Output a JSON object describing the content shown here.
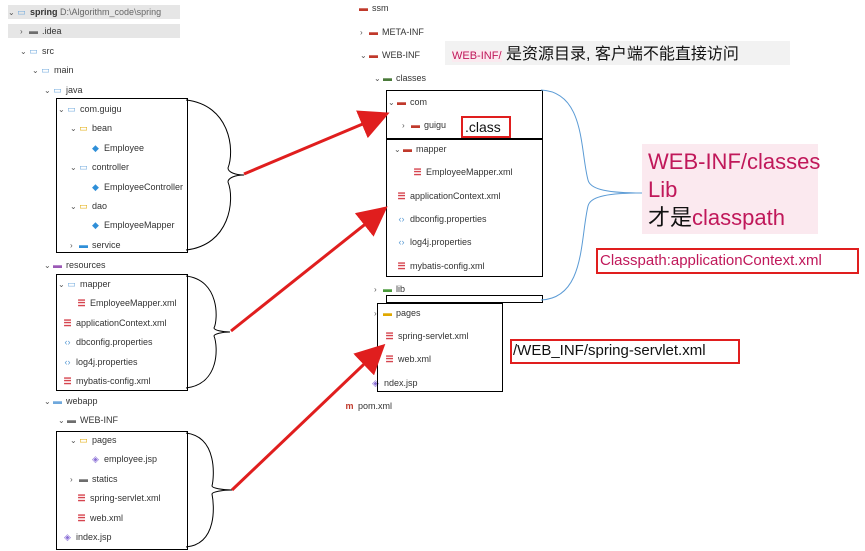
{
  "left_tree": {
    "project_name": "spring",
    "project_path": "D:\\Algorithm_code\\spring",
    "idea": ".idea",
    "src": "src",
    "main": "main",
    "java": "java",
    "com_guigu": "com.guigu",
    "bean": "bean",
    "employee": "Employee",
    "controller": "controller",
    "employee_controller": "EmployeeController",
    "dao": "dao",
    "employee_mapper": "EmployeeMapper",
    "service": "service",
    "resources": "resources",
    "mapper": "mapper",
    "employee_mapper_xml": "EmployeeMapper.xml",
    "application_context": "applicationContext.xml",
    "dbconfig": "dbconfig.properties",
    "log4j": "log4j.properties",
    "mybatis_config": "mybatis-config.xml",
    "webapp": "webapp",
    "web_inf": "WEB-INF",
    "pages": "pages",
    "employee_jsp": "employee.jsp",
    "statics": "statics",
    "spring_servlet": "spring-servlet.xml",
    "web_xml": "web.xml",
    "index_jsp": "index.jsp"
  },
  "right_tree": {
    "ssm": "ssm",
    "meta_inf": "META-INF",
    "web_inf": "WEB-INF",
    "classes": "classes",
    "com": "com",
    "guigu": "guigu",
    "mapper": "mapper",
    "employee_mapper_xml": "EmployeeMapper.xml",
    "application_context": "applicationContext.xml",
    "dbconfig": "dbconfig.properties",
    "log4j": "log4j.properties",
    "mybatis_config": "mybatis-config.xml",
    "lib": "lib",
    "pages": "pages",
    "spring_servlet": "spring-servlet.xml",
    "web_xml": "web.xml",
    "index_jsp": "ndex.jsp",
    "pom": "pom.xml"
  },
  "annotations": {
    "webinf_prefix": "WEB-INF/",
    "webinf_note": " 是资源目录, 客户端不能直接访问",
    "class_label": ".class",
    "classpath_line1": "WEB-INF/classes",
    "classpath_line2": "Lib",
    "classpath_line3_a": "才是",
    "classpath_line3_b": "classpath",
    "classpath_example": "Classpath:applicationContext.xml",
    "servlet_path": "/WEB_INF/spring-servlet.xml"
  },
  "colors": {
    "arrow": "#e01e1e",
    "brace_blue": "#5b9bd5",
    "highlight_text": "#c0185a",
    "pink_bg": "#fbe9ef"
  }
}
